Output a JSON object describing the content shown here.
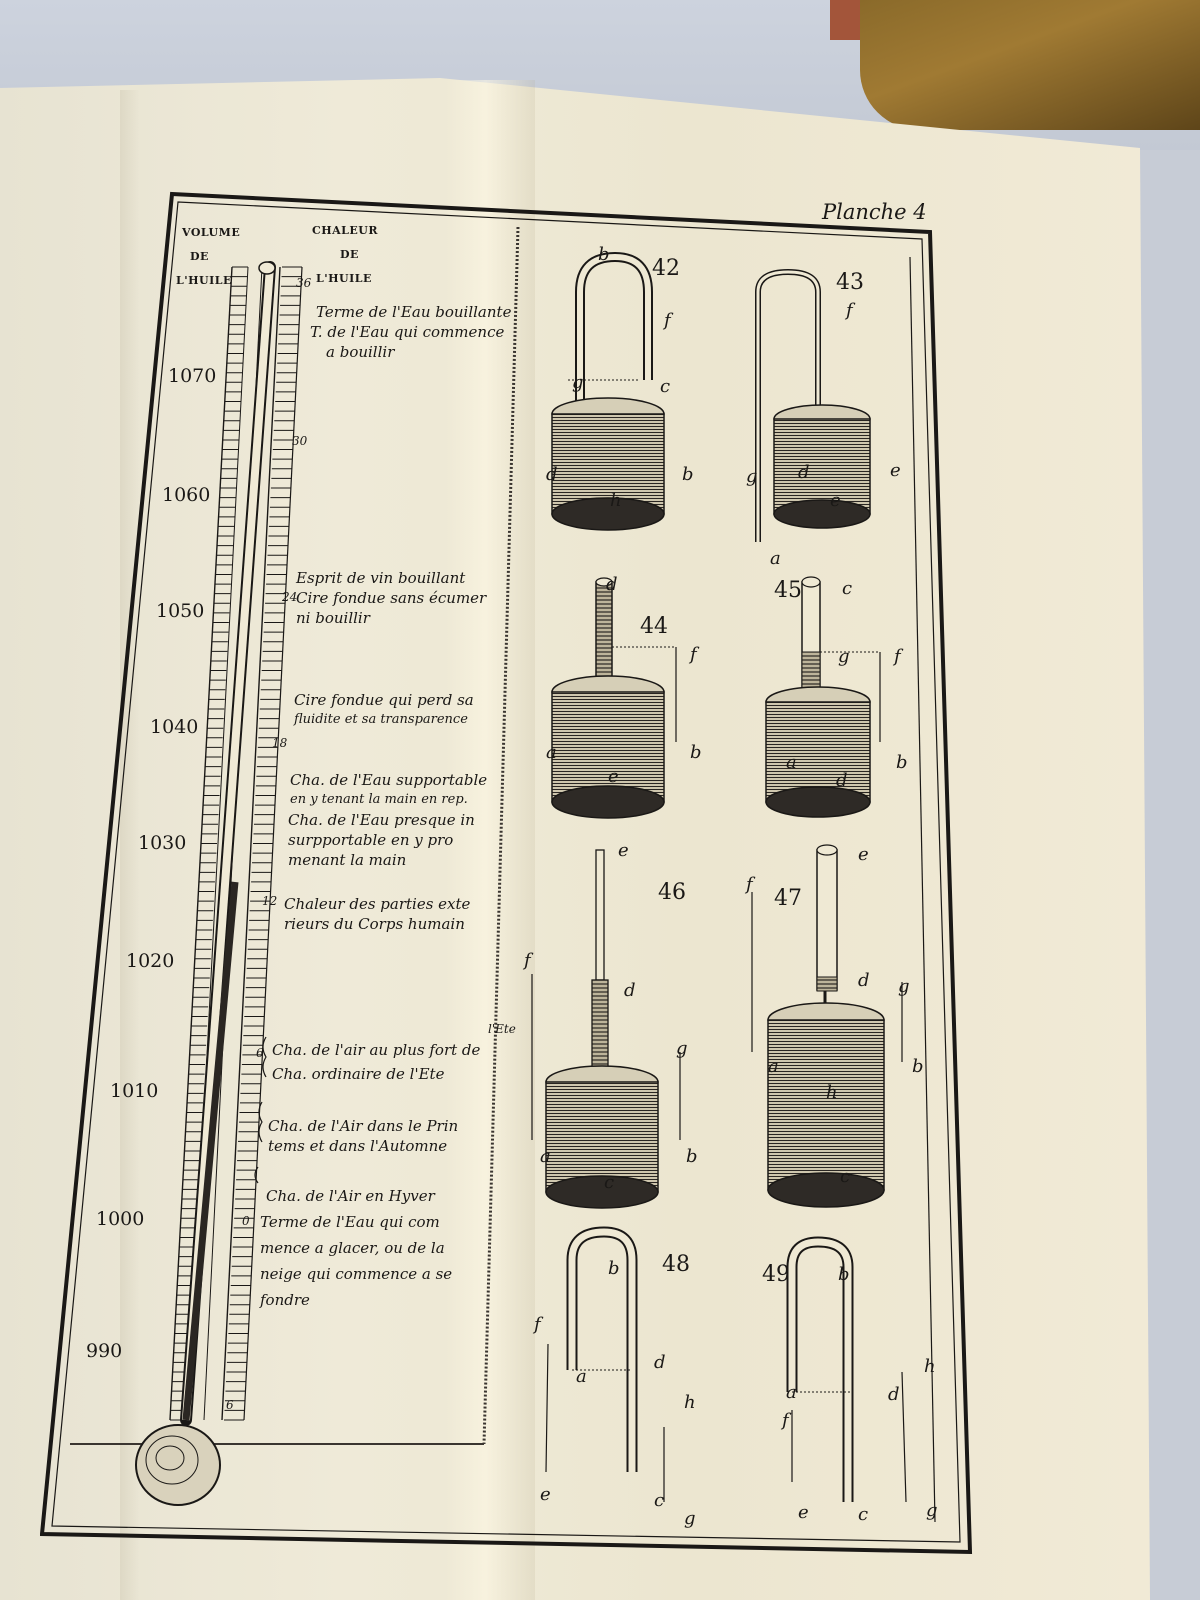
{
  "plate": {
    "title": "Planche 4",
    "header": {
      "left": [
        "VOLUME",
        "DE",
        "L'HUILE"
      ],
      "right": [
        "CHALEUR",
        "DE",
        "L'HUILE"
      ]
    },
    "volume_scale": [
      "1070",
      "1060",
      "1050",
      "1040",
      "1030",
      "1020",
      "1010",
      "1000",
      "990"
    ],
    "heat_scale": [
      "36",
      "30",
      "24",
      "18",
      "12",
      "6",
      "0",
      "6"
    ],
    "descriptions": [
      [
        "Terme de l'Eau bouillante",
        "T. de l'Eau qui commence",
        "a bouillir"
      ],
      [
        "Esprit de vin bouillant",
        "Cire fondue sans écumer",
        "ni bouillir"
      ],
      [
        "Cire fondue qui perd sa",
        "fluidite et sa transparence"
      ],
      [
        "Cha. de l'Eau supportable",
        "en y tenant la main en rep."
      ],
      [
        "Cha. de l'Eau presque in",
        "surpportable en y pro",
        "menant la main"
      ],
      [
        "Chaleur des parties exte",
        "rieurs du Corps humain"
      ],
      [
        "Cha. de l'air au plus fort de",
        "Cha. ordinaire de l'Ete"
      ],
      [
        "Cha. de l'Air dans le Prin",
        "tems et dans l'Automne"
      ],
      [
        "Cha. de l'Air en Hyver"
      ],
      [
        "Terme de l'Eau qui com",
        "mence a glacer, ou de la",
        "neige qui commence a se",
        "fondre"
      ]
    ],
    "ete_note": "l'Ete",
    "fig_numbers": [
      "42",
      "43",
      "44",
      "45",
      "46",
      "47",
      "48",
      "49"
    ],
    "fig_letters": {
      "f42": [
        "b",
        "f",
        "g",
        "c",
        "d",
        "b",
        "h"
      ],
      "f43": [
        "f",
        "g",
        "d",
        "e",
        "e",
        "a"
      ],
      "f44": [
        "d",
        "f",
        "a",
        "b",
        "e"
      ],
      "f45": [
        "c",
        "g",
        "f",
        "a",
        "b",
        "d"
      ],
      "f46": [
        "e",
        "d",
        "f",
        "g",
        "a",
        "b",
        "c"
      ],
      "f47": [
        "e",
        "f",
        "d",
        "g",
        "a",
        "b",
        "h",
        "c"
      ],
      "f48": [
        "b",
        "f",
        "a",
        "d",
        "h",
        "e",
        "c",
        "g"
      ],
      "f49": [
        "b",
        "h",
        "a",
        "d",
        "f",
        "e",
        "c",
        "g"
      ]
    }
  }
}
